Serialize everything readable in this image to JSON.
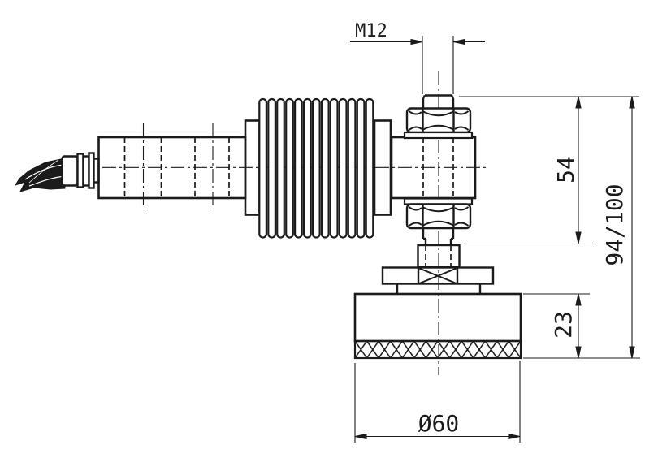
{
  "dimensions": {
    "thread_size": "M12",
    "bolt_length": "54",
    "overall_height": "94/100",
    "foot_height": "23",
    "foot_diameter": "Ø60"
  },
  "colors": {
    "line": "#1b1b1b",
    "background": "#ffffff"
  }
}
